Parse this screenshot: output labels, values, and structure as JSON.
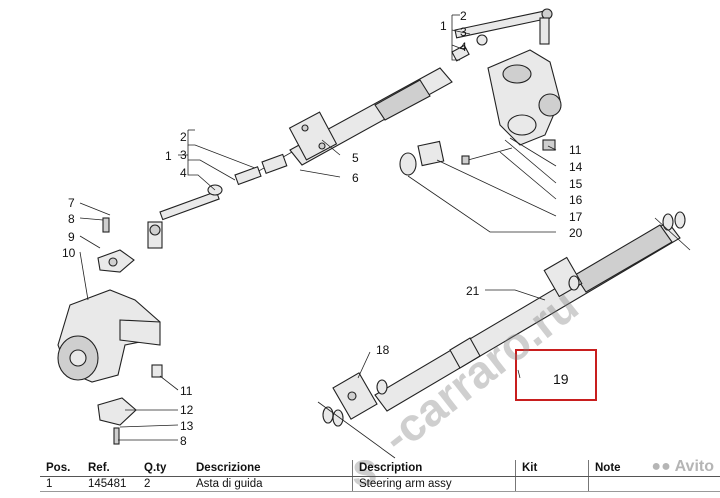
{
  "diagram": {
    "callouts": [
      "1",
      "2",
      "3",
      "4",
      "5",
      "6",
      "7",
      "8",
      "9",
      "10",
      "11",
      "12",
      "13",
      "14",
      "15",
      "16",
      "17",
      "18",
      "19",
      "20",
      "21"
    ],
    "highlight_label": "19",
    "watermark": "-carraro.ru",
    "watermark_partial": "s"
  },
  "table": {
    "headers": {
      "pos": "Pos.",
      "ref": "Ref.",
      "qty": "Q.ty",
      "desc_it": "Descrizione",
      "desc_en": "Description",
      "kit": "Kit",
      "note": "Note"
    },
    "rows": [
      {
        "pos": "1",
        "ref": "145481",
        "qty": "2",
        "desc_it": "Asta di guida",
        "desc_en": "Steering arm assy",
        "kit": "",
        "note": ""
      }
    ]
  },
  "logo": {
    "text": "Avito",
    "icon": "avito-dots-icon"
  }
}
